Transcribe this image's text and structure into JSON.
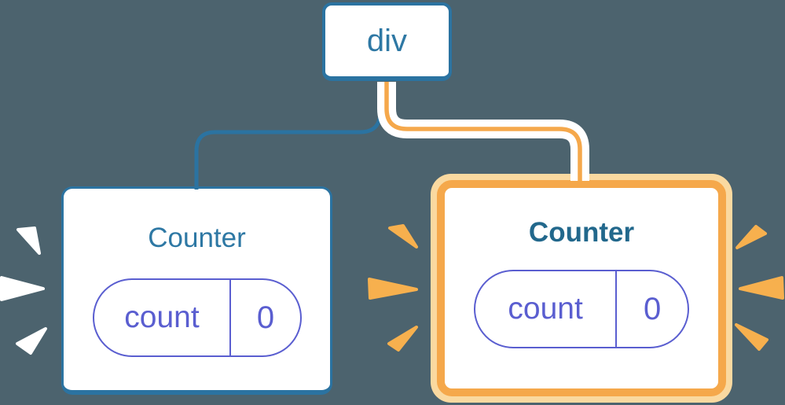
{
  "diagram": {
    "description": "Component tree: a div parent with two Counter children; the right Counter is highlighted with an orange glow, both hold state pill count = 0",
    "root_node": {
      "label": "div"
    },
    "left_counter": {
      "title": "Counter",
      "state_key": "count",
      "state_value": "0",
      "highlighted": false
    },
    "right_counter": {
      "title": "Counter",
      "state_key": "count",
      "state_value": "0",
      "highlighted": true
    }
  },
  "colors": {
    "background": "#4C636E",
    "node_border_blue": "#2B73A1",
    "title_blue": "#2E78A4",
    "title_blue_bold": "#22688C",
    "state_purple": "#5A5ED0",
    "highlight_orange": "#F5A84B",
    "highlight_orange_light": "#FAD9A0",
    "sparkle_orange": "#F7B04E",
    "sparkle_white": "#FFFFFF",
    "edge_casing_white": "#FFFFFF"
  }
}
